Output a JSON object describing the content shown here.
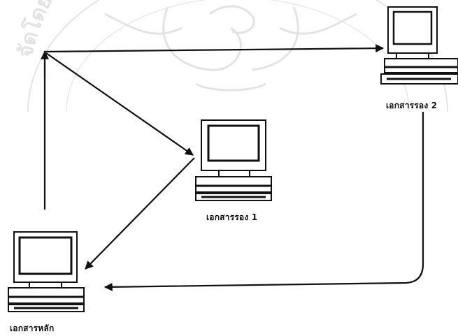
{
  "watermark": {
    "top_text": "",
    "arc_text": "จัดโดยศีพระจอมเกล้าเจ้าคุณทหาร",
    "emblem": "university-seal"
  },
  "diagram": {
    "nodes": [
      {
        "id": "main",
        "label": "เอกสารหลัก",
        "icon": "desktop-computer-icon"
      },
      {
        "id": "sub1",
        "label": "เอกสารรอง 1",
        "icon": "desktop-computer-icon"
      },
      {
        "id": "sub2",
        "label": "เอกสารรอง 2",
        "icon": "desktop-computer-icon"
      }
    ],
    "edges": [
      {
        "from": "main",
        "to": "sub2",
        "style": "elbow"
      },
      {
        "from": "main",
        "to": "sub1",
        "style": "straight"
      },
      {
        "from": "sub1",
        "to": "main",
        "style": "straight"
      },
      {
        "from": "sub2",
        "to": "main",
        "style": "curved-elbow"
      }
    ],
    "colors": {
      "line": "#111111",
      "watermark": "#c8c8c8"
    }
  }
}
